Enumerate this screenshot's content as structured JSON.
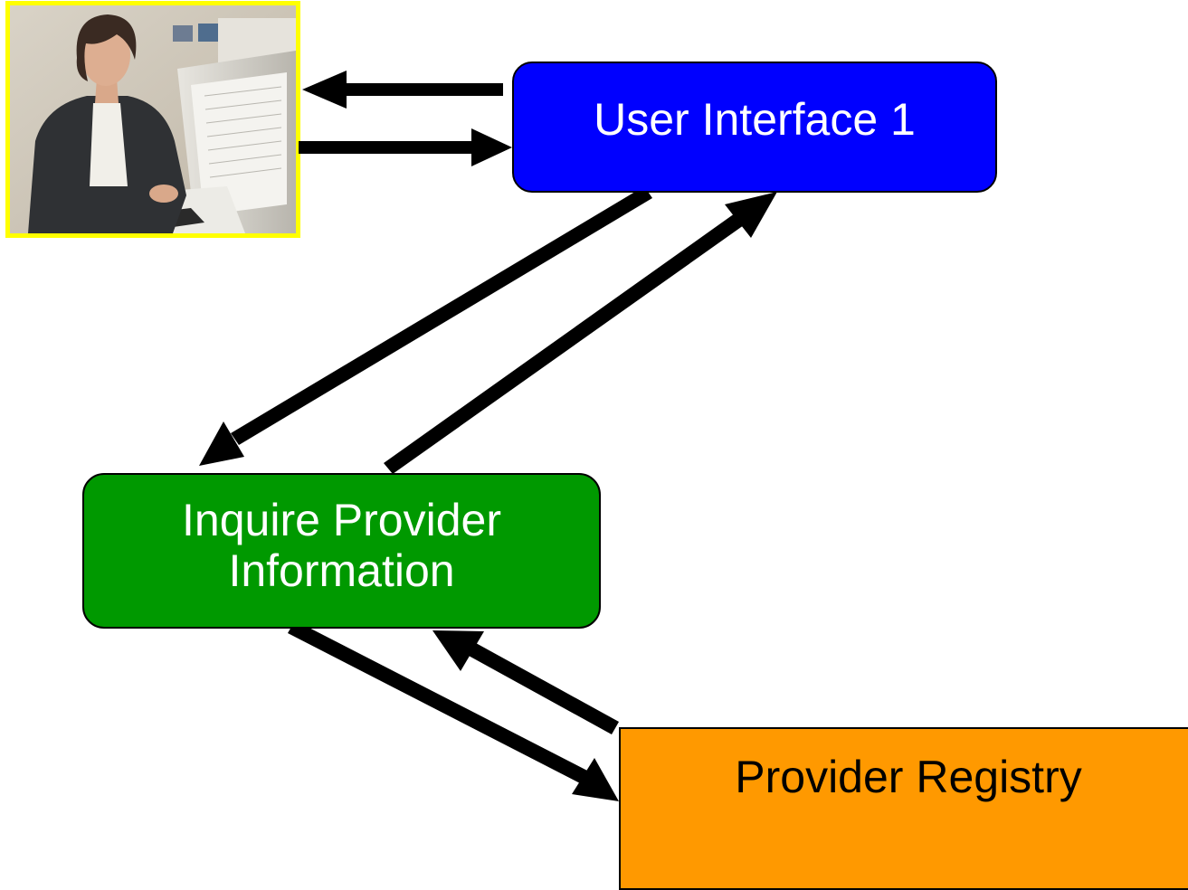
{
  "diagram": {
    "nodes": {
      "user_interface": {
        "label": "User Interface 1",
        "fill": "#0000ff"
      },
      "inquire_provider": {
        "label": "Inquire Provider\nInformation",
        "fill": "#009900"
      },
      "provider_registry": {
        "label": "Provider Registry",
        "fill": "#ff9900"
      }
    },
    "user_photo": {
      "icon": "person-at-computer-photo",
      "border_color": "#ffff00"
    },
    "arrows": [
      {
        "from": "user_interface",
        "to": "user"
      },
      {
        "from": "user",
        "to": "user_interface"
      },
      {
        "from": "user_interface",
        "to": "inquire_provider"
      },
      {
        "from": "inquire_provider",
        "to": "user_interface"
      },
      {
        "from": "inquire_provider",
        "to": "provider_registry"
      },
      {
        "from": "provider_registry",
        "to": "inquire_provider"
      }
    ],
    "arrow_color": "#000000"
  }
}
